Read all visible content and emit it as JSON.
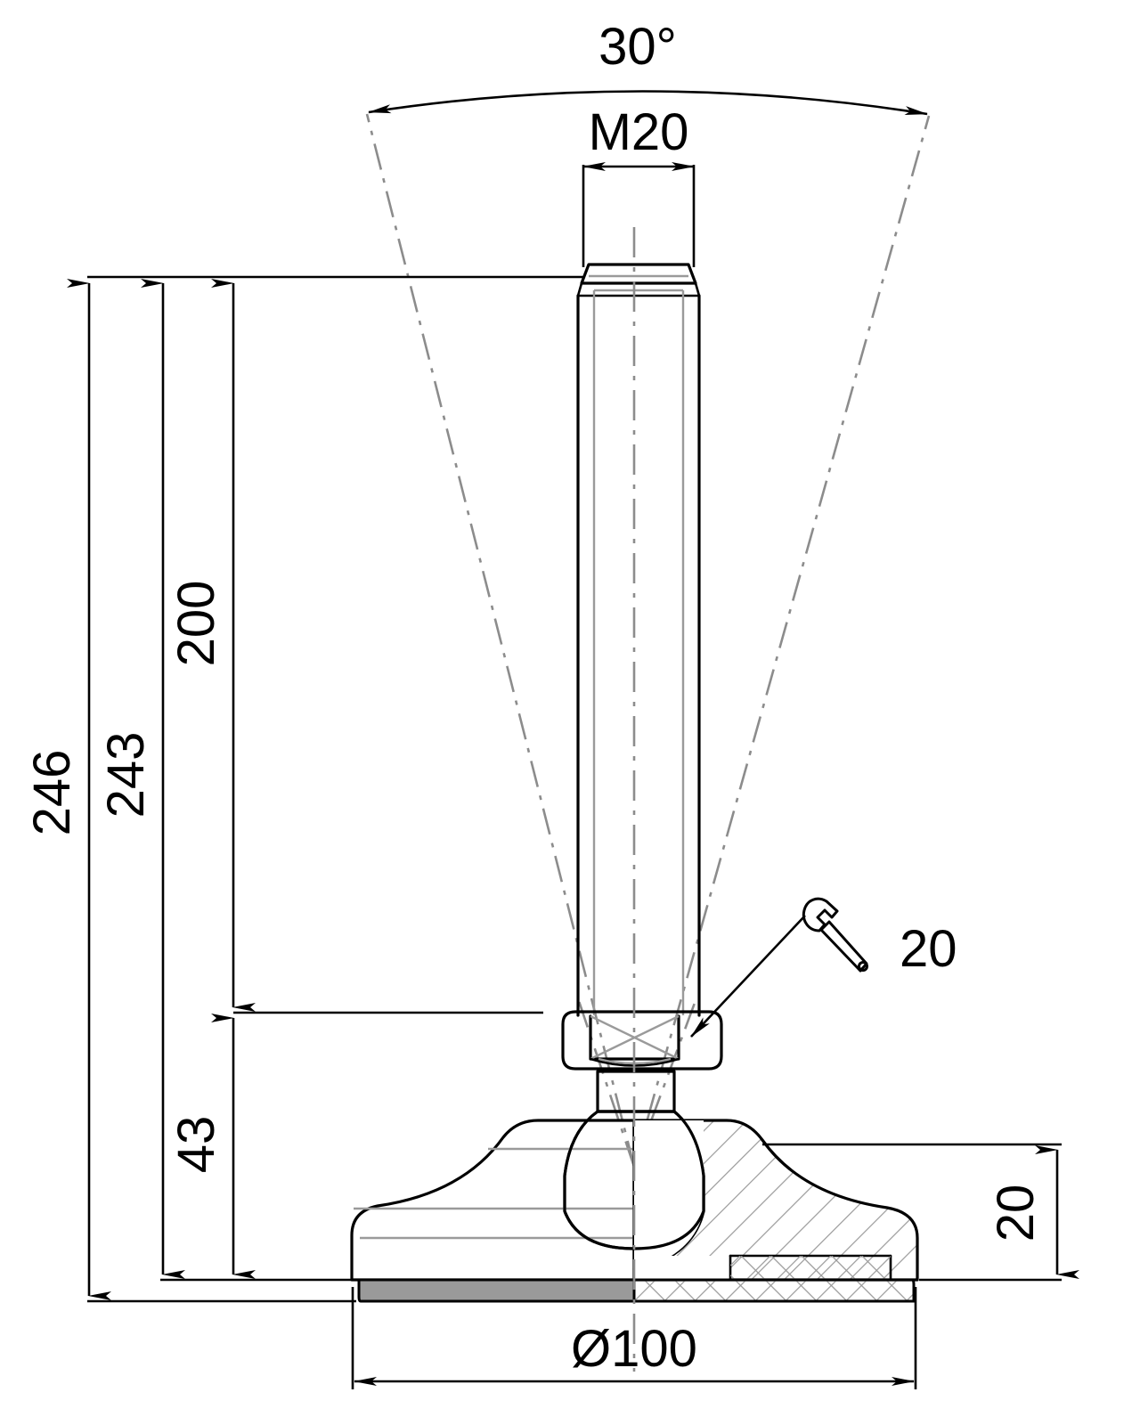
{
  "drawing": {
    "title": "Leveling foot / adjustable machine foot — technical dimension drawing",
    "view": "half-section elevation view",
    "units": "mm",
    "colors": {
      "line": "#000000",
      "hidden_gray": "#9a9a9a",
      "pad_gray": "#9a9a9a",
      "background": "#ffffff"
    }
  },
  "dimensions": {
    "swivel_angle": {
      "label": "30°",
      "name": "swivel-angle",
      "description": "total tilt / swivel cone angle of the ball joint"
    },
    "thread": {
      "label": "M20",
      "name": "thread-size",
      "description": "metric thread designation of the stud"
    },
    "overall_height": {
      "label": "246",
      "name": "overall-height-with-pad"
    },
    "height_to_base": {
      "label": "243",
      "name": "height-to-base-underside"
    },
    "stud_length": {
      "label": "200",
      "name": "thread-stud-length"
    },
    "lower_height": {
      "label": "43",
      "name": "collar-to-base-height"
    },
    "base_height": {
      "label": "20",
      "name": "base-plate-height"
    },
    "base_diameter": {
      "label": "Ø100",
      "name": "base-plate-diameter"
    },
    "wrench_size": {
      "label": "20",
      "name": "wrench-size",
      "icon": "wrench-icon",
      "description": "spanner / wrench flat across size"
    }
  }
}
